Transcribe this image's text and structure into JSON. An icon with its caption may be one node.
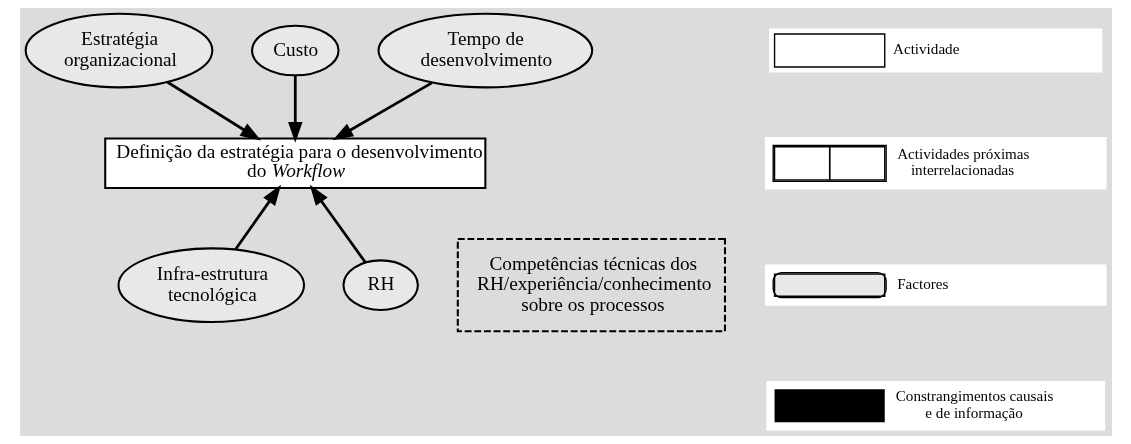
{
  "diagram": {
    "nodes": [
      {
        "text": [
          "Estratégia organizacional"
        ]
      },
      {
        "text": [
          "Custo"
        ]
      },
      {
        "text": [
          "Tempo de desenvolvimento"
        ]
      },
      {
        "text": [
          "Definição da estratégia para o desenvolvimento do *Workflow*"
        ]
      },
      {
        "text": [
          "Infra-estrutura tecnológica"
        ]
      },
      {
        "text": [
          "RH"
        ]
      },
      {
        "text": [
          "Competências técnicas dos RH/experiência/conhecimento sobre os processos"
        ]
      }
    ],
    "edges": [
      {
        "from": 0,
        "to": 3,
        "arrow": "to"
      },
      {
        "from": 1,
        "to": 3,
        "arrow": "to"
      },
      {
        "from": 2,
        "to": 3,
        "arrow": "to"
      },
      {
        "from": 4,
        "to": 3,
        "arrow": "to"
      },
      {
        "from": 5,
        "to": 3,
        "arrow": "to"
      }
    ],
    "legend": [
      {
        "text": "Actividade"
      },
      {
        "text": "Actividades próximas interrelacionadas"
      },
      {
        "text": "Factores"
      },
      {
        "text": "Constrangimentos causais e de informação"
      }
    ]
  }
}
